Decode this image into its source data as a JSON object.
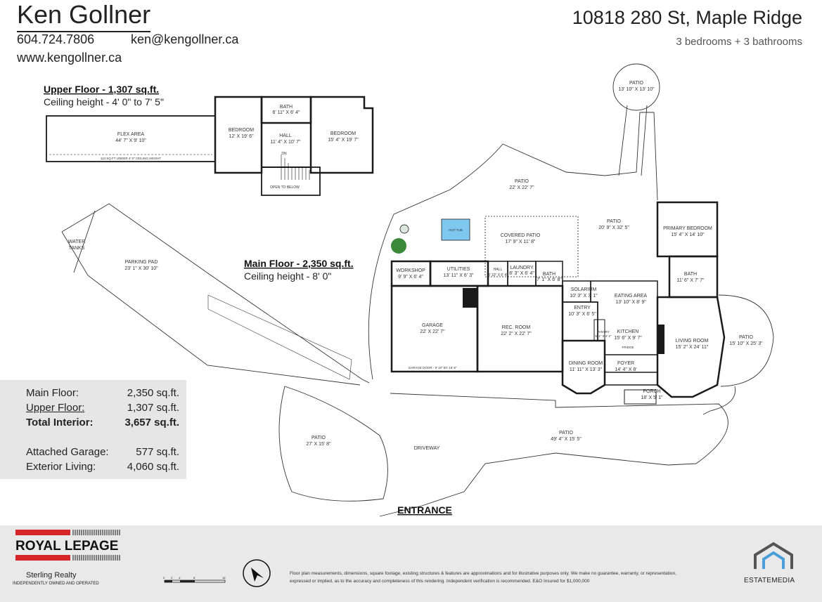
{
  "header": {
    "agent_name": "Ken Gollner",
    "phone": "604.724.7806",
    "email": "ken@kengollner.ca",
    "website": "www.kengollner.ca",
    "address": "10818 280 St, Maple Ridge",
    "beds_baths": "3 bedrooms + 3 bathrooms"
  },
  "upper_floor": {
    "title": "Upper Floor - 1,307 sq.ft.",
    "ceiling": "Ceiling height - 4' 0\" to 7' 5\"",
    "rooms": [
      {
        "name": "FLEX AREA",
        "dims": "44' 7\" X 9' 10\""
      },
      {
        "name": "BEDROOM",
        "dims": "12' X 19' 6\""
      },
      {
        "name": "BATH",
        "dims": "6' 11\" X 6' 4\""
      },
      {
        "name": "HALL",
        "dims": "11' 4\" X 10' 7\""
      },
      {
        "name": "BEDROOM",
        "dims": "15' 4\" X 19' 7\""
      }
    ],
    "note_low_ceiling": "113 SQ FT UNDER 4' 0\" CEILING HEIGHT",
    "open_to_below": "OPEN TO BELOW",
    "stairs_dn": "DN"
  },
  "main_floor": {
    "title": "Main Floor - 2,350 sq.ft.",
    "ceiling": "Ceiling height - 8' 0\"",
    "rooms": [
      {
        "name": "WORKSHOP",
        "dims": "9' 9\" X 6' 4\""
      },
      {
        "name": "UTILITIES",
        "dims": "13' 11\" X 6' 3\""
      },
      {
        "name": "HALL",
        "dims": "3' 10\" X 6' 4\""
      },
      {
        "name": "LAUNDRY",
        "dims": "8' 3\" X 6' 4\""
      },
      {
        "name": "BATH",
        "dims": "7' 1\" X 6' 8\""
      },
      {
        "name": "GARAGE",
        "dims": "22' X 22' 7\""
      },
      {
        "name": "REC. ROOM",
        "dims": "22' 2\" X 22' 7\""
      },
      {
        "name": "SOLARIUM",
        "dims": "10' 3\" X 3' 1\""
      },
      {
        "name": "ENTRY",
        "dims": "10' 3\" X 6' 5\""
      },
      {
        "name": "EATING AREA",
        "dims": "13' 10\" X 8' 9\""
      },
      {
        "name": "KITCHEN",
        "dims": "15' 6\" X 9' 7\""
      },
      {
        "name": "PANTRY",
        "dims": "5' 1\" X 4' 2\""
      },
      {
        "name": "DINING ROOM",
        "dims": "11' 11\" X 13' 3\""
      },
      {
        "name": "FOYER",
        "dims": "14' 4\" X 8'"
      },
      {
        "name": "PORCH",
        "dims": "18' X 5' 1\""
      },
      {
        "name": "LIVING ROOM",
        "dims": "15' 2\" X 24' 11\""
      },
      {
        "name": "PRIMARY BEDROOM",
        "dims": "15' 4\" X 14' 10\""
      },
      {
        "name": "BATH",
        "dims": "11' 6\" X 7' 7\""
      },
      {
        "name": "COVERED PATIO",
        "dims": "17' 9\" X 11' 8\""
      }
    ],
    "hot_tub": "HOT TUB",
    "garage_door": "GARAGE DOOR - 9' 10\" BY 16' 8\"",
    "fridge": "FRIDGE"
  },
  "exterior": {
    "patio_round": {
      "name": "PATIO",
      "dims": "13' 10\" X 13' 10\""
    },
    "patio_top": {
      "name": "PATIO",
      "dims": "22' X 22' 7\""
    },
    "patio_right": {
      "name": "PATIO",
      "dims": "20' 9\" X 32' 5\""
    },
    "patio_east": {
      "name": "PATIO",
      "dims": "15' 10\" X 25' 3\""
    },
    "patio_front": {
      "name": "PATIO",
      "dims": "49' 4\" X 15' 5\""
    },
    "patio_sw": {
      "name": "PATIO",
      "dims": "27' X 15' 8\""
    },
    "parking_pad": {
      "name": "PARKING PAD",
      "dims": "23' 1\" X 30' 10\""
    },
    "water_tanks": [
      "WATER",
      "TANKS"
    ],
    "driveway": "DRIVEWAY",
    "entrance": "ENTRANCE"
  },
  "summary": [
    {
      "label": "Main Floor:",
      "value": "2,350 sq.ft.",
      "style": "normal"
    },
    {
      "label": "Upper Floor:",
      "value": "1,307 sq.ft.",
      "style": "under"
    },
    {
      "label": "Total Interior:",
      "value": "3,657 sq.ft.",
      "style": "bold"
    },
    {
      "label": "Attached Garage:",
      "value": "577 sq.ft.",
      "style": "normal"
    },
    {
      "label": "Exterior Living:",
      "value": "4,060 sq.ft.",
      "style": "normal"
    }
  ],
  "footer": {
    "brokerage_logo": "ROYAL LEPAGE",
    "brokerage_name": "Sterling Realty",
    "brokerage_tagline": "INDEPENDENTLY OWNED AND OPERATED",
    "scale_ticks": [
      "0",
      "2'",
      "4'",
      "8'",
      "16'"
    ],
    "disclaimer_line1": "Floor plan measurements, dimensions, square footage, existing structures & features are approximations and for illustrative purposes only. We make no guarantee, warranty, or representation,",
    "disclaimer_line2": "expressed or implied, as to the accuracy and completeness of this rendering. Independent verification is recommended. E&O Insured for $1,000,000",
    "media_logo": "ESTATEMEDIA",
    "colors": {
      "brand_red": "#d6262b",
      "footer_bg": "#e9e9e9",
      "summary_bg": "#e6e6e6",
      "hot_tub": "#7ec8f0",
      "wall": "#1a1a1a"
    }
  }
}
